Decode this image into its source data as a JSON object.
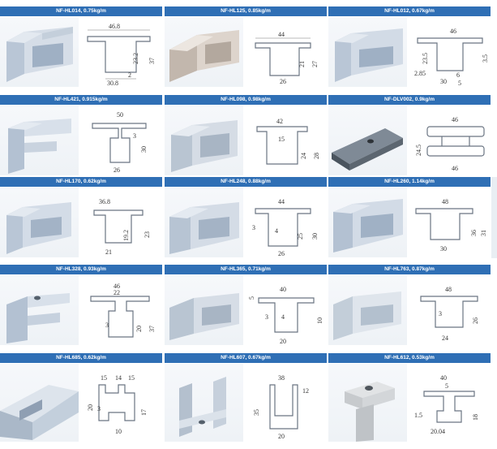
{
  "colors": {
    "title_bar": "#2f6fb5",
    "title_text": "#ffffff",
    "metal": "#aebdd0",
    "line": "#9aa3ad"
  },
  "cards": [
    {
      "title": "NF-HL014, 0.75kg/m",
      "dims": {
        "a": "46.8",
        "b": "23.2",
        "c": "37",
        "d": "2",
        "e": "30.8"
      }
    },
    {
      "title": "NF-HL125, 0.85kg/m",
      "dims": {
        "a": "44",
        "b": "21",
        "c": "27",
        "d": "26"
      }
    },
    {
      "title": "NF-HL012, 0.67kg/m",
      "dims": {
        "a": "46",
        "b": "23.5",
        "c": "3.5",
        "d": "2.85",
        "e": "6",
        "f": "30",
        "g": "5"
      }
    },
    {
      "title": "NF-HL421, 0.915kg/m",
      "dims": {
        "a": "50",
        "b": "3",
        "c": "30",
        "d": "26"
      }
    },
    {
      "title": "NF-HL098, 0.98kg/m",
      "dims": {
        "a": "42",
        "b": "15",
        "c": "24",
        "d": "28"
      }
    },
    {
      "title": "NF-DLV002, 0.9kg/m",
      "dims": {
        "a": "46",
        "b": "24.5",
        "c": "46"
      }
    },
    {
      "title": "NF-HL170, 0.62kg/m",
      "dims": {
        "a": "36.8",
        "b": "19.2",
        "c": "23",
        "d": "21"
      }
    },
    {
      "title": "NF-HL248, 0.88kg/m",
      "dims": {
        "a": "44",
        "b": "3",
        "c": "4",
        "d": "25",
        "e": "30",
        "f": "26"
      }
    },
    {
      "title": "NF-HL260, 1.14kg/m",
      "dims": {
        "a": "48",
        "b": "36",
        "c": "31",
        "d": "30"
      }
    },
    {
      "title": "NF-HL328, 0.93kg/m",
      "dims": {
        "a": "46",
        "b": "22",
        "c": "3",
        "d": "20",
        "e": "37"
      }
    },
    {
      "title": "NF-HL365, 0.71kg/m",
      "dims": {
        "a": "40",
        "b": "5",
        "c": "3",
        "d": "4",
        "e": "10",
        "f": "20"
      }
    },
    {
      "title": "NF-HL763, 0.87kg/m",
      "dims": {
        "a": "48",
        "b": "3",
        "c": "26",
        "d": "24"
      }
    },
    {
      "title": "NF-HL685, 0.62kg/m",
      "dims": {
        "a": "15",
        "b": "14",
        "c": "15",
        "d": "20",
        "e": "3",
        "f": "17",
        "g": "10"
      }
    },
    {
      "title": "NF-HL607, 0.67kg/m",
      "dims": {
        "a": "38",
        "b": "12",
        "c": "35",
        "d": "20"
      }
    },
    {
      "title": "NF-HL612, 0.53kg/m",
      "dims": {
        "a": "40",
        "b": "5",
        "c": "1.5",
        "d": "18",
        "e": "20.04"
      }
    }
  ]
}
